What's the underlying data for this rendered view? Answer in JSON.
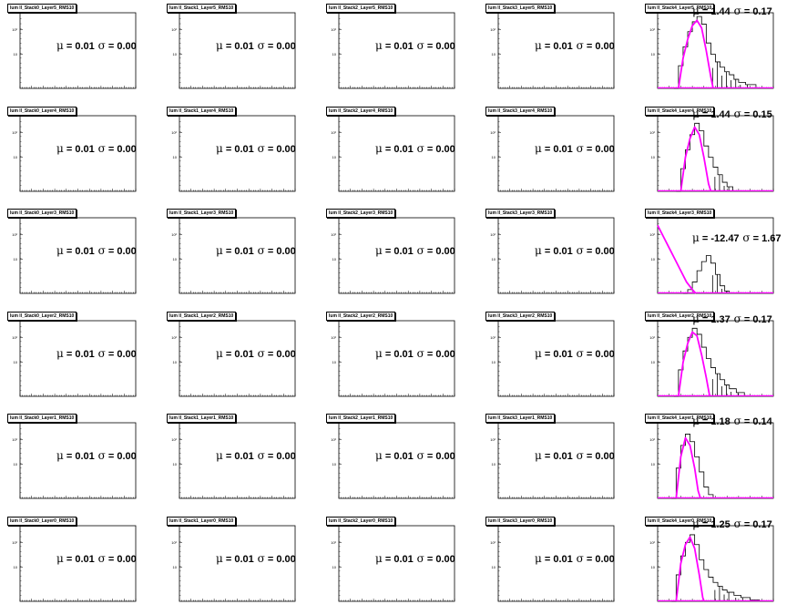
{
  "colors": {
    "histogram": "#000000",
    "fit": "#ff00ff",
    "axis": "#000000"
  },
  "chart_data": [
    {
      "type": "line",
      "row": 0,
      "col": 0,
      "title": "lum ll_Stack0_Layer5_RMS10",
      "stats": {
        "mu": "0.01",
        "sigma": "0.00"
      },
      "y_tick_labels": [
        "10²",
        "10"
      ],
      "log_y": true,
      "histogram": [],
      "fit": []
    },
    {
      "type": "line",
      "row": 0,
      "col": 1,
      "title": "lum ll_Stack1_Layer5_RMS10",
      "stats": {
        "mu": "0.01",
        "sigma": "0.00"
      },
      "y_tick_labels": [
        "10²",
        "10"
      ],
      "log_y": true,
      "histogram": [],
      "fit": []
    },
    {
      "type": "line",
      "row": 0,
      "col": 2,
      "title": "lum ll_Stack2_Layer5_RMS10",
      "stats": {
        "mu": "0.01",
        "sigma": "0.00"
      },
      "y_tick_labels": [
        "10²",
        "10"
      ],
      "log_y": true,
      "histogram": [],
      "fit": []
    },
    {
      "type": "line",
      "row": 0,
      "col": 3,
      "title": "lum ll_Stack3_Layer5_RMS10",
      "stats": {
        "mu": "0.01",
        "sigma": "0.00"
      },
      "y_tick_labels": [
        "10²",
        "10"
      ],
      "log_y": true,
      "histogram": [],
      "fit": []
    },
    {
      "type": "line",
      "row": 0,
      "col": 4,
      "title": "lum ll_Stack4_Layer5_RMS10",
      "stats": {
        "mu": "1.44",
        "sigma": "0.17"
      },
      "y_tick_labels": [
        "10²",
        "10"
      ],
      "log_y": true,
      "histogram": [
        [
          0.14,
          0.0
        ],
        [
          0.18,
          0.3
        ],
        [
          0.22,
          0.55
        ],
        [
          0.26,
          0.75
        ],
        [
          0.3,
          0.88
        ],
        [
          0.34,
          0.95
        ],
        [
          0.38,
          0.85
        ],
        [
          0.42,
          0.6
        ],
        [
          0.46,
          0.45
        ],
        [
          0.5,
          0.35
        ],
        [
          0.54,
          0.28
        ],
        [
          0.58,
          0.22
        ],
        [
          0.62,
          0.18
        ],
        [
          0.66,
          0.12
        ],
        [
          0.7,
          0.08
        ],
        [
          0.76,
          0.05
        ],
        [
          0.85,
          0.0
        ]
      ],
      "fit": [
        [
          0.18,
          0.0
        ],
        [
          0.22,
          0.4
        ],
        [
          0.26,
          0.65
        ],
        [
          0.3,
          0.83
        ],
        [
          0.34,
          0.9
        ],
        [
          0.38,
          0.8
        ],
        [
          0.42,
          0.5
        ],
        [
          0.46,
          0.15
        ],
        [
          0.48,
          0.0
        ]
      ]
    },
    {
      "type": "line",
      "row": 1,
      "col": 0,
      "title": "lum ll_Stack0_Layer4_RMS10",
      "stats": {
        "mu": "0.01",
        "sigma": "0.00"
      },
      "y_tick_labels": [
        "10²",
        "10"
      ],
      "log_y": true,
      "histogram": [],
      "fit": []
    },
    {
      "type": "line",
      "row": 1,
      "col": 1,
      "title": "lum ll_Stack1_Layer4_RMS10",
      "stats": {
        "mu": "0.01",
        "sigma": "0.00"
      },
      "y_tick_labels": [
        "10²",
        "10"
      ],
      "log_y": true,
      "histogram": [],
      "fit": []
    },
    {
      "type": "line",
      "row": 1,
      "col": 2,
      "title": "lum ll_Stack2_Layer4_RMS10",
      "stats": {
        "mu": "0.01",
        "sigma": "0.00"
      },
      "y_tick_labels": [
        "10²",
        "10"
      ],
      "log_y": true,
      "histogram": [],
      "fit": []
    },
    {
      "type": "line",
      "row": 1,
      "col": 3,
      "title": "lum ll_Stack3_Layer4_RMS10",
      "stats": {
        "mu": "0.01",
        "sigma": "0.00"
      },
      "y_tick_labels": [
        "10²",
        "10"
      ],
      "log_y": true,
      "histogram": [],
      "fit": []
    },
    {
      "type": "line",
      "row": 1,
      "col": 4,
      "title": "lum ll_Stack4_Layer4_RMS10",
      "stats": {
        "mu": "1.44",
        "sigma": "0.15"
      },
      "y_tick_labels": [
        "10²",
        "10"
      ],
      "log_y": true,
      "histogram": [
        [
          0.16,
          0.0
        ],
        [
          0.2,
          0.3
        ],
        [
          0.24,
          0.55
        ],
        [
          0.28,
          0.75
        ],
        [
          0.32,
          0.9
        ],
        [
          0.36,
          0.8
        ],
        [
          0.4,
          0.6
        ],
        [
          0.44,
          0.45
        ],
        [
          0.48,
          0.32
        ],
        [
          0.52,
          0.22
        ],
        [
          0.56,
          0.12
        ],
        [
          0.6,
          0.06
        ],
        [
          0.65,
          0.0
        ]
      ],
      "fit": [
        [
          0.2,
          0.0
        ],
        [
          0.24,
          0.45
        ],
        [
          0.28,
          0.7
        ],
        [
          0.32,
          0.85
        ],
        [
          0.36,
          0.75
        ],
        [
          0.4,
          0.45
        ],
        [
          0.44,
          0.1
        ],
        [
          0.46,
          0.0
        ]
      ]
    },
    {
      "type": "line",
      "row": 2,
      "col": 0,
      "title": "lum ll_Stack0_Layer3_RMS10",
      "stats": {
        "mu": "0.01",
        "sigma": "0.00"
      },
      "y_tick_labels": [
        "10²",
        "10"
      ],
      "log_y": true,
      "histogram": [],
      "fit": []
    },
    {
      "type": "line",
      "row": 2,
      "col": 1,
      "title": "lum ll_Stack1_Layer3_RMS10",
      "stats": {
        "mu": "0.01",
        "sigma": "0.00"
      },
      "y_tick_labels": [
        "10²",
        "10"
      ],
      "log_y": true,
      "histogram": [],
      "fit": []
    },
    {
      "type": "line",
      "row": 2,
      "col": 2,
      "title": "lum ll_Stack2_Layer3_RMS10",
      "stats": {
        "mu": "0.01",
        "sigma": "0.00"
      },
      "y_tick_labels": [
        "10²",
        "10"
      ],
      "log_y": true,
      "histogram": [],
      "fit": []
    },
    {
      "type": "line",
      "row": 2,
      "col": 3,
      "title": "lum ll_Stack3_Layer3_RMS10",
      "stats": {
        "mu": "0.01",
        "sigma": "0.00"
      },
      "y_tick_labels": [
        "10²",
        "10"
      ],
      "log_y": true,
      "histogram": [],
      "fit": []
    },
    {
      "type": "line",
      "row": 2,
      "col": 4,
      "title": "lum ll_Stack4_Layer3_RMS10",
      "stats": {
        "mu": "-12.47",
        "sigma": "1.67"
      },
      "y_tick_labels": [
        "10²",
        "10"
      ],
      "log_y": true,
      "histogram": [
        [
          0.22,
          0.0
        ],
        [
          0.26,
          0.05
        ],
        [
          0.3,
          0.15
        ],
        [
          0.34,
          0.3
        ],
        [
          0.38,
          0.42
        ],
        [
          0.42,
          0.5
        ],
        [
          0.46,
          0.4
        ],
        [
          0.5,
          0.25
        ],
        [
          0.54,
          0.1
        ],
        [
          0.58,
          0.03
        ],
        [
          0.62,
          0.0
        ]
      ],
      "fit": [
        [
          0.0,
          0.9
        ],
        [
          0.05,
          0.75
        ],
        [
          0.1,
          0.6
        ],
        [
          0.15,
          0.45
        ],
        [
          0.2,
          0.3
        ],
        [
          0.25,
          0.15
        ],
        [
          0.3,
          0.05
        ],
        [
          0.33,
          0.0
        ]
      ]
    },
    {
      "type": "line",
      "row": 3,
      "col": 0,
      "title": "lum ll_Stack0_Layer2_RMS10",
      "stats": {
        "mu": "0.01",
        "sigma": "0.00"
      },
      "y_tick_labels": [
        "10²",
        "10"
      ],
      "log_y": true,
      "histogram": [],
      "fit": []
    },
    {
      "type": "line",
      "row": 3,
      "col": 1,
      "title": "lum ll_Stack1_Layer2_RMS10",
      "stats": {
        "mu": "0.01",
        "sigma": "0.00"
      },
      "y_tick_labels": [
        "10²",
        "10"
      ],
      "log_y": true,
      "histogram": [],
      "fit": []
    },
    {
      "type": "line",
      "row": 3,
      "col": 2,
      "title": "lum ll_Stack2_Layer2_RMS10",
      "stats": {
        "mu": "0.01",
        "sigma": "0.00"
      },
      "y_tick_labels": [
        "10²",
        "10"
      ],
      "log_y": true,
      "histogram": [],
      "fit": []
    },
    {
      "type": "line",
      "row": 3,
      "col": 3,
      "title": "lum ll_Stack3_Layer2_RMS10",
      "stats": {
        "mu": "0.01",
        "sigma": "0.00"
      },
      "y_tick_labels": [
        "10²",
        "10"
      ],
      "log_y": true,
      "histogram": [],
      "fit": []
    },
    {
      "type": "line",
      "row": 3,
      "col": 4,
      "title": "lum ll_Stack4_Layer2_RMS10",
      "stats": {
        "mu": "1.37",
        "sigma": "0.17"
      },
      "y_tick_labels": [
        "10²",
        "10"
      ],
      "log_y": true,
      "histogram": [
        [
          0.14,
          0.0
        ],
        [
          0.18,
          0.35
        ],
        [
          0.22,
          0.6
        ],
        [
          0.26,
          0.78
        ],
        [
          0.3,
          0.9
        ],
        [
          0.34,
          0.82
        ],
        [
          0.38,
          0.65
        ],
        [
          0.42,
          0.5
        ],
        [
          0.46,
          0.38
        ],
        [
          0.5,
          0.3
        ],
        [
          0.54,
          0.22
        ],
        [
          0.58,
          0.15
        ],
        [
          0.62,
          0.1
        ],
        [
          0.68,
          0.05
        ],
        [
          0.75,
          0.0
        ]
      ],
      "fit": [
        [
          0.18,
          0.0
        ],
        [
          0.22,
          0.45
        ],
        [
          0.26,
          0.7
        ],
        [
          0.3,
          0.85
        ],
        [
          0.34,
          0.8
        ],
        [
          0.38,
          0.55
        ],
        [
          0.42,
          0.25
        ],
        [
          0.45,
          0.0
        ]
      ]
    },
    {
      "type": "line",
      "row": 4,
      "col": 0,
      "title": "lum ll_Stack0_Layer1_RMS10",
      "stats": {
        "mu": "0.01",
        "sigma": "0.00"
      },
      "y_tick_labels": [
        "10²",
        "10"
      ],
      "log_y": true,
      "histogram": [],
      "fit": []
    },
    {
      "type": "line",
      "row": 4,
      "col": 1,
      "title": "lum ll_Stack1_Layer1_RMS10",
      "stats": {
        "mu": "0.01",
        "sigma": "0.00"
      },
      "y_tick_labels": [
        "10²",
        "10"
      ],
      "log_y": true,
      "histogram": [],
      "fit": []
    },
    {
      "type": "line",
      "row": 4,
      "col": 2,
      "title": "lum ll_Stack2_Layer1_RMS10",
      "stats": {
        "mu": "0.01",
        "sigma": "0.00"
      },
      "y_tick_labels": [
        "10²",
        "10"
      ],
      "log_y": true,
      "histogram": [],
      "fit": []
    },
    {
      "type": "line",
      "row": 4,
      "col": 3,
      "title": "lum ll_Stack3_Layer1_RMS10",
      "stats": {
        "mu": "0.01",
        "sigma": "0.00"
      },
      "y_tick_labels": [
        "10²",
        "10"
      ],
      "log_y": true,
      "histogram": [],
      "fit": []
    },
    {
      "type": "line",
      "row": 4,
      "col": 4,
      "title": "lum ll_Stack4_Layer1_RMS10",
      "stats": {
        "mu": "1.18",
        "sigma": "0.14"
      },
      "y_tick_labels": [
        "10²",
        "10"
      ],
      "log_y": true,
      "histogram": [
        [
          0.12,
          0.0
        ],
        [
          0.16,
          0.4
        ],
        [
          0.2,
          0.7
        ],
        [
          0.24,
          0.85
        ],
        [
          0.28,
          0.75
        ],
        [
          0.32,
          0.55
        ],
        [
          0.36,
          0.35
        ],
        [
          0.4,
          0.15
        ],
        [
          0.44,
          0.05
        ],
        [
          0.48,
          0.0
        ]
      ],
      "fit": [
        [
          0.16,
          0.0
        ],
        [
          0.2,
          0.55
        ],
        [
          0.24,
          0.8
        ],
        [
          0.28,
          0.7
        ],
        [
          0.32,
          0.4
        ],
        [
          0.35,
          0.1
        ],
        [
          0.37,
          0.0
        ]
      ]
    },
    {
      "type": "line",
      "row": 5,
      "col": 0,
      "title": "lum ll_Stack0_Layer0_RMS10",
      "stats": {
        "mu": "0.01",
        "sigma": "0.00"
      },
      "y_tick_labels": [
        "10²",
        "10"
      ],
      "log_y": true,
      "histogram": [],
      "fit": []
    },
    {
      "type": "line",
      "row": 5,
      "col": 1,
      "title": "lum ll_Stack1_Layer0_RMS10",
      "stats": {
        "mu": "0.01",
        "sigma": "0.00"
      },
      "y_tick_labels": [
        "10²",
        "10"
      ],
      "log_y": true,
      "histogram": [],
      "fit": []
    },
    {
      "type": "line",
      "row": 5,
      "col": 2,
      "title": "lum ll_Stack2_Layer0_RMS10",
      "stats": {
        "mu": "0.01",
        "sigma": "0.00"
      },
      "y_tick_labels": [
        "10²",
        "10"
      ],
      "log_y": true,
      "histogram": [],
      "fit": []
    },
    {
      "type": "line",
      "row": 5,
      "col": 3,
      "title": "lum ll_Stack3_Layer0_RMS10",
      "stats": {
        "mu": "0.01",
        "sigma": "0.00"
      },
      "y_tick_labels": [
        "10²",
        "10"
      ],
      "log_y": true,
      "histogram": [],
      "fit": []
    },
    {
      "type": "line",
      "row": 5,
      "col": 4,
      "title": "lum ll_Stack4_Layer0_RMS10",
      "stats": {
        "mu": "1.25",
        "sigma": "0.17"
      },
      "y_tick_labels": [
        "10²",
        "10"
      ],
      "log_y": true,
      "histogram": [
        [
          0.12,
          0.0
        ],
        [
          0.16,
          0.35
        ],
        [
          0.2,
          0.6
        ],
        [
          0.24,
          0.78
        ],
        [
          0.28,
          0.88
        ],
        [
          0.32,
          0.75
        ],
        [
          0.36,
          0.55
        ],
        [
          0.4,
          0.42
        ],
        [
          0.44,
          0.32
        ],
        [
          0.48,
          0.25
        ],
        [
          0.52,
          0.2
        ],
        [
          0.56,
          0.15
        ],
        [
          0.6,
          0.12
        ],
        [
          0.66,
          0.08
        ],
        [
          0.72,
          0.05
        ],
        [
          0.8,
          0.02
        ],
        [
          0.88,
          0.0
        ]
      ],
      "fit": [
        [
          0.16,
          0.0
        ],
        [
          0.2,
          0.5
        ],
        [
          0.24,
          0.75
        ],
        [
          0.28,
          0.85
        ],
        [
          0.32,
          0.7
        ],
        [
          0.36,
          0.35
        ],
        [
          0.39,
          0.05
        ],
        [
          0.4,
          0.0
        ]
      ]
    }
  ]
}
